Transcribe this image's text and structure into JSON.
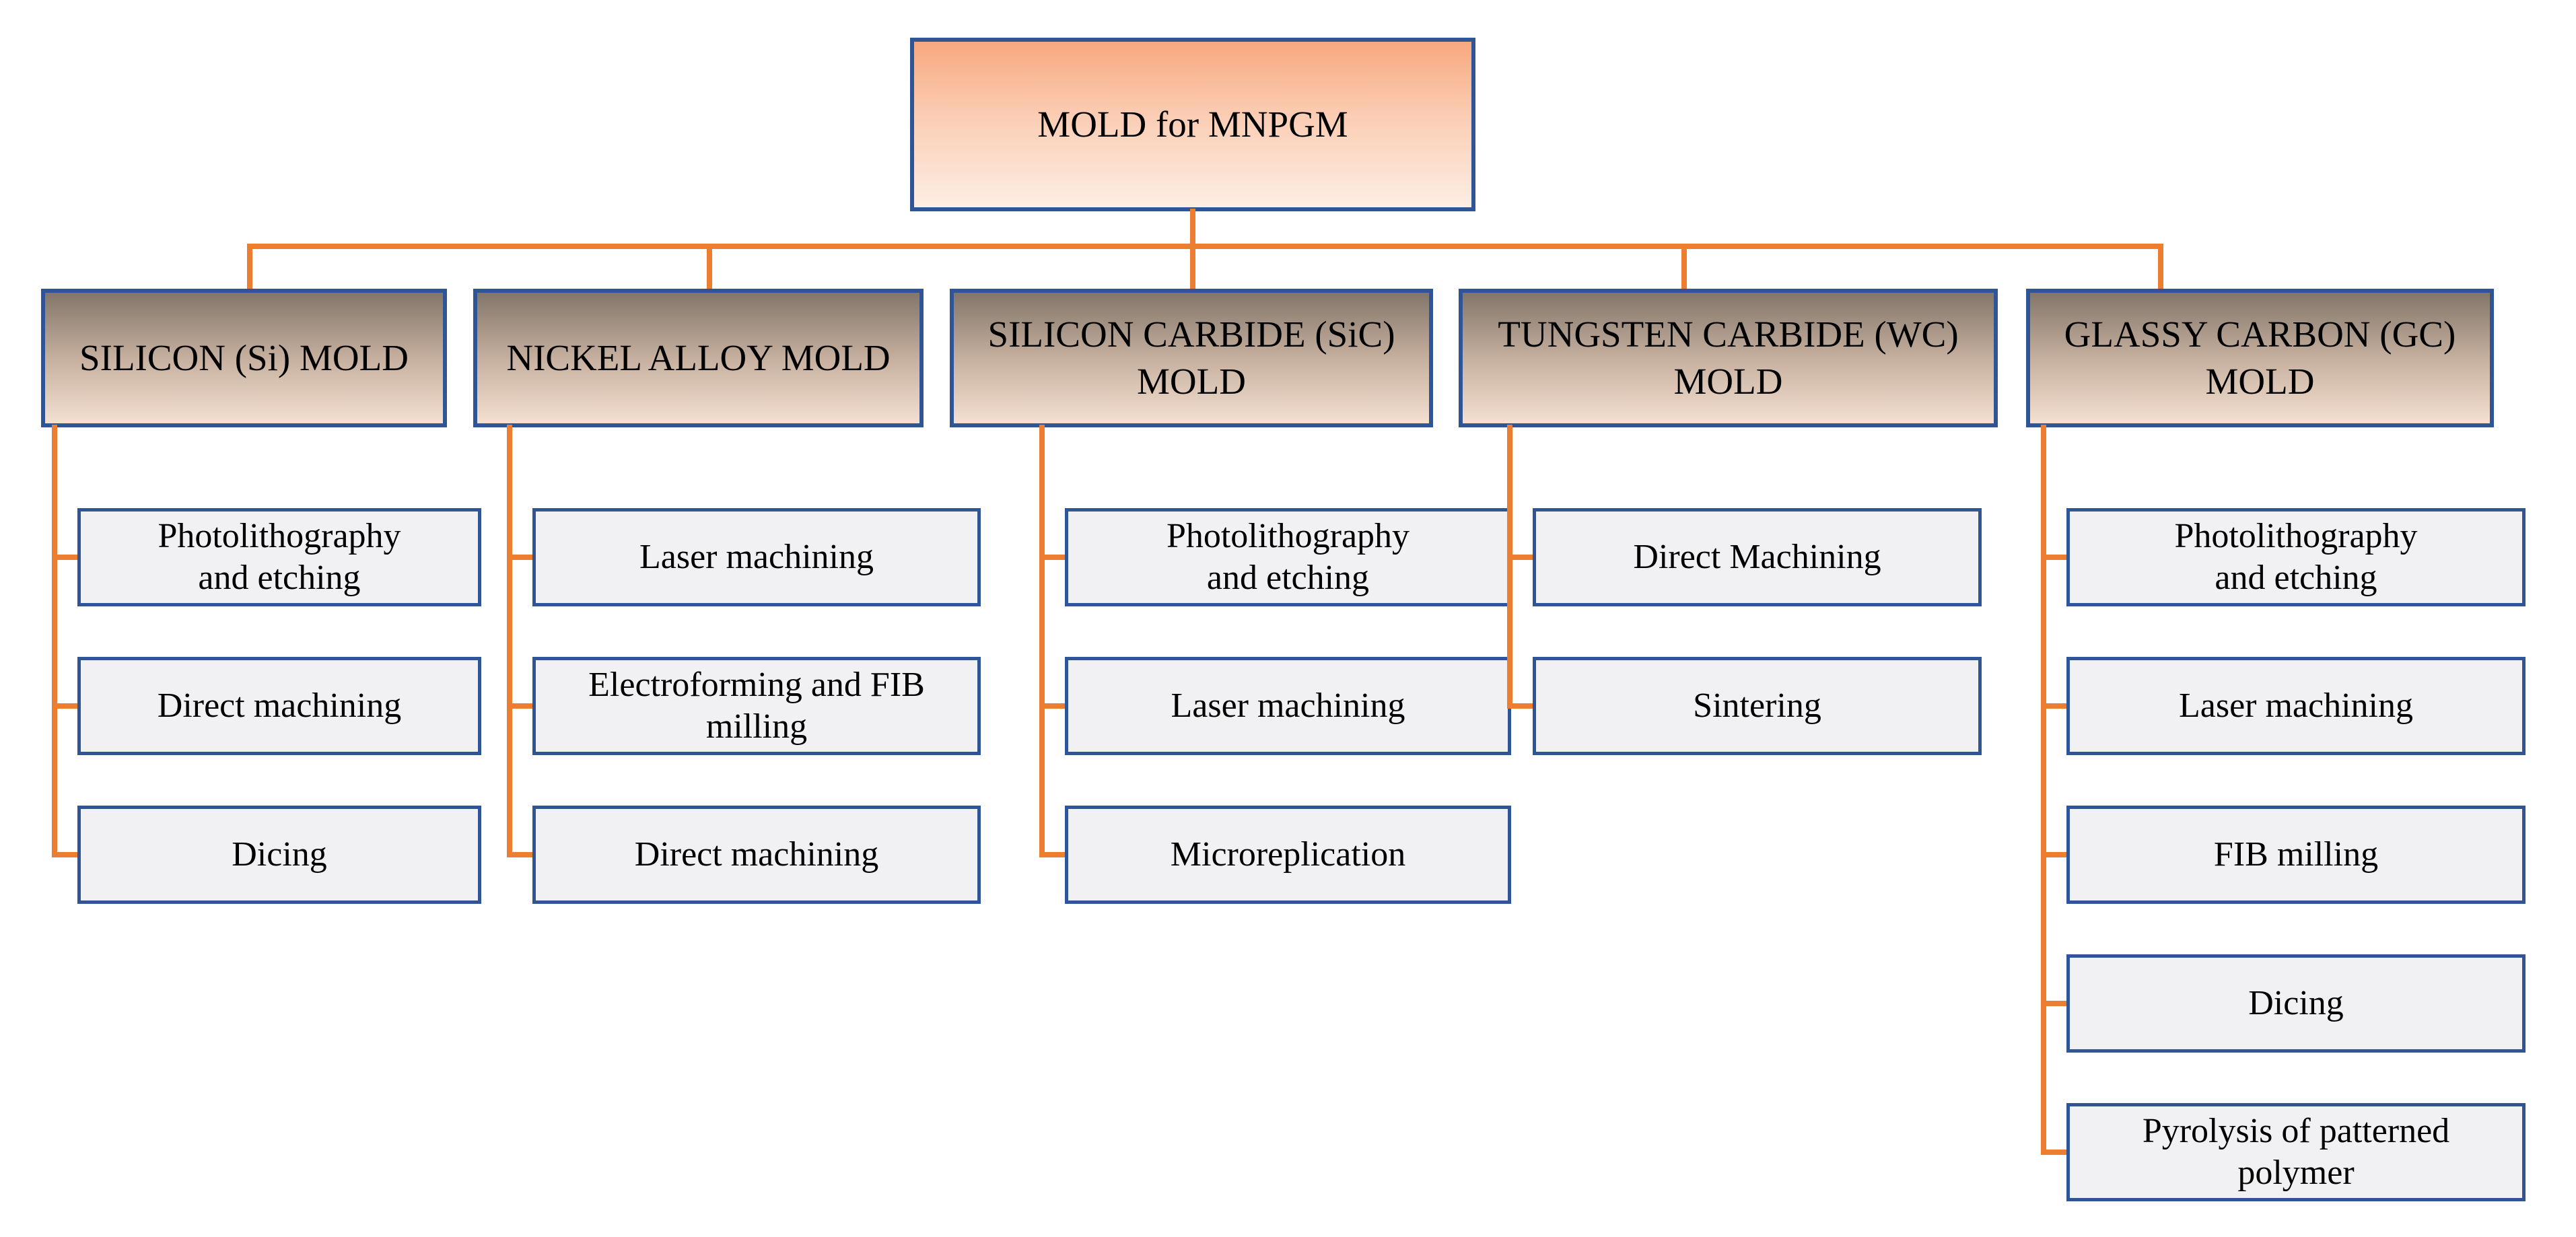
{
  "diagram": {
    "root": {
      "label": "MOLD for MNPGM"
    },
    "columns": [
      {
        "title": "SILICON (Si) MOLD",
        "items": [
          "Photolithography\nand etching",
          "Direct machining",
          "Dicing"
        ]
      },
      {
        "title": "NICKEL ALLOY MOLD",
        "items": [
          "Laser machining",
          "Electroforming and FIB\nmilling",
          "Direct machining"
        ]
      },
      {
        "title": "SILICON CARBIDE (SiC)\nMOLD",
        "items": [
          "Photolithography\nand etching",
          "Laser machining",
          "Microreplication"
        ]
      },
      {
        "title": "TUNGSTEN CARBIDE (WC)\nMOLD",
        "items": [
          "Direct Machining",
          "Sintering"
        ]
      },
      {
        "title": "GLASSY CARBON (GC)\nMOLD",
        "items": [
          "Photolithography\nand etching",
          "Laser machining",
          "FIB milling",
          "Dicing",
          "Pyrolysis of patterned\npolymer"
        ]
      }
    ],
    "colors": {
      "connector_orange": "#ED7D31",
      "box_border_blue": "#2F5597",
      "leaf_fill": "#F1F1F3",
      "root_gradient_top": "#F7A87E",
      "root_gradient_bottom": "#FDEEE4",
      "category_gradient_top": "#82766A",
      "category_gradient_bottom": "#F4E0D1",
      "text": "#000000"
    }
  }
}
